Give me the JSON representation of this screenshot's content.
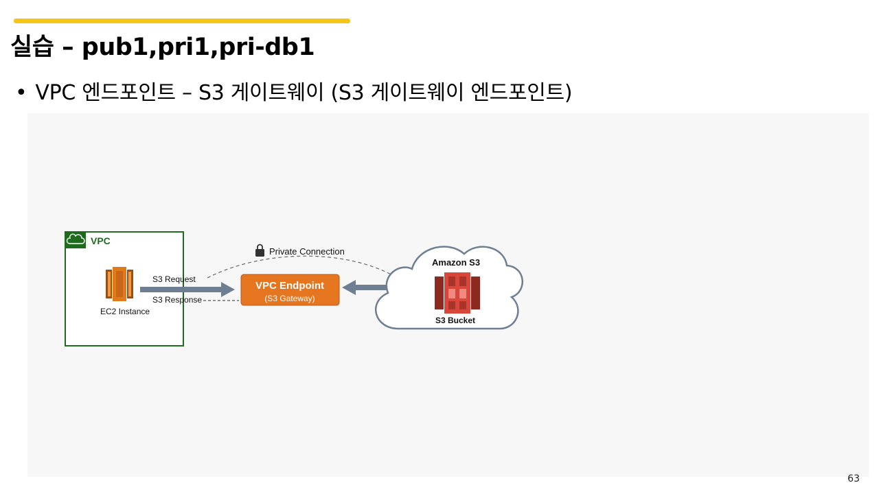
{
  "slide": {
    "title": "실습 – pub1,pri1,pri-db1",
    "bullet": "VPC 엔드포인트 – S3 게이트웨이 (S3 게이트웨이 엔드포인트)",
    "page_number": "63"
  },
  "diagram": {
    "vpc_label": "VPC",
    "ec2_label": "EC2 Instance",
    "request_label": "S3 Request",
    "response_label": "S3 Response",
    "private_connection_label": "Private Connection",
    "endpoint_title": "VPC Endpoint",
    "endpoint_subtitle": "(S3 Gateway)",
    "cloud_label": "Amazon S3",
    "bucket_label": "S3 Bucket"
  },
  "colors": {
    "accent": "#f5c518",
    "vpc_border": "#1e6b1e",
    "ec2_orange": "#e07b1a",
    "endpoint_orange": "#e5761f",
    "arrow_blue": "#6e7f93",
    "s3_red": "#d9463a"
  }
}
